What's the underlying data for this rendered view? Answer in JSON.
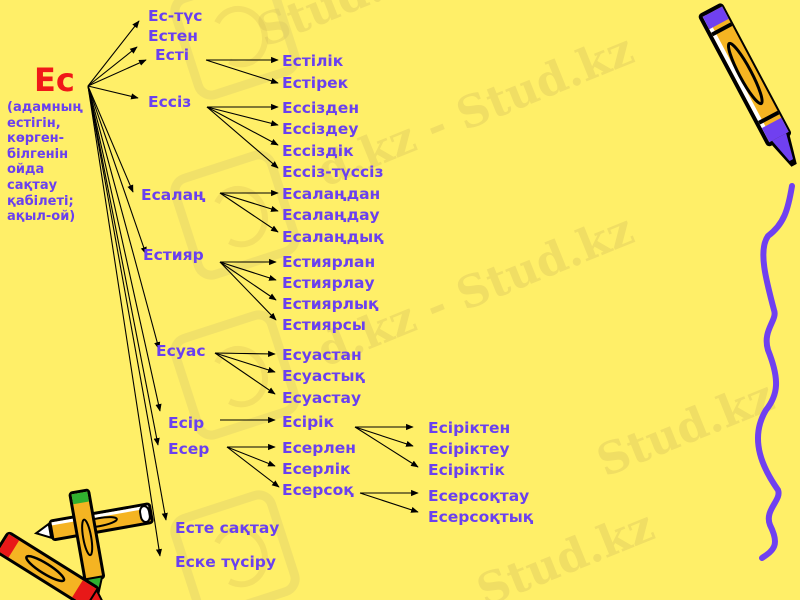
{
  "watermark": {
    "text_1": "Stud.kz",
    "text_2": "d.kz - Stud.kz",
    "text_3": "d.kz - Stud.kz",
    "text_4": "Stud.kz",
    "text_5": "Stud.kz"
  },
  "root": {
    "word": "Ес",
    "definition_lines": [
      "(адамның",
      "естігін,",
      "көрген-",
      "білгенін",
      "ойда",
      "сақтау",
      "қабілеті;",
      "ақыл-ой)"
    ]
  },
  "level1": {
    "es_tus": "Ес-түс",
    "esten": "Естен",
    "esti": "Есті",
    "essiz": "Ессіз",
    "esalan": "Есалаң",
    "estiyar": "Естияр",
    "esuas": "Есуас",
    "esir": "Есір",
    "eser": "Есер",
    "este_saktau": "Есте сақтау",
    "eske_tusiru": "Еске түсіру"
  },
  "level2": {
    "esti_children": [
      "Естілік",
      "Естірек"
    ],
    "essiz_children": [
      "Ессізден",
      "Ессіздеу",
      "Ессіздік",
      "Ессіз-түссіз"
    ],
    "esalan_children": [
      "Есалаңдан",
      "Есалаңдау",
      "Есалаңдық"
    ],
    "estiyar_children": [
      "Естиярлан",
      "Естиярлау",
      "Естиярлық",
      "Естиярсы"
    ],
    "esuas_children": [
      "Есуастан",
      "Есуастық",
      "Есуастау"
    ],
    "esir_children": [
      "Есірік"
    ],
    "eser_children": [
      "Есерлен",
      "Есерлік",
      "Есерсоқ"
    ]
  },
  "level3": {
    "esirik_children": [
      "Есіріктен",
      "Есіріктеу",
      "Есіріктік"
    ],
    "esersok_children": [
      "Есерсоқтау",
      "Есерсоқтық"
    ]
  },
  "colors": {
    "background": "#FFEF68",
    "root_text": "#F01818",
    "word_text": "#6A40F0",
    "arrow": "#000000",
    "crayon_body": "#F5B422",
    "crayon_purple": "#7040F0",
    "crayon_red": "#E81818",
    "crayon_green": "#30B030"
  },
  "decorations": {
    "top_right": "purple-crayon",
    "bottom_left": "crayon-pair",
    "right_squiggle": "purple-squiggle-line"
  }
}
